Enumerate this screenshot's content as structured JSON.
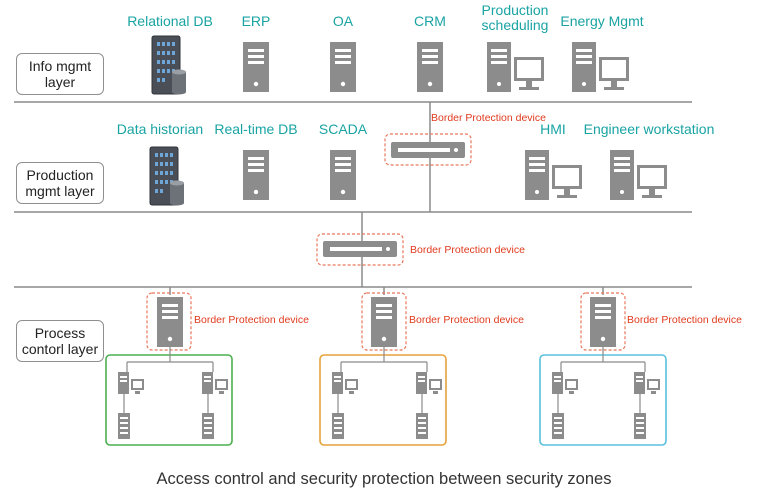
{
  "layers": {
    "info": "Info mgmt\nlayer",
    "production": "Production\nmgmt layer",
    "process": "Process\ncontorl layer"
  },
  "info_systems": [
    {
      "label": "Relational DB",
      "icon": "database-server-icon"
    },
    {
      "label": "ERP",
      "icon": "server-tower-icon"
    },
    {
      "label": "OA",
      "icon": "server-tower-icon"
    },
    {
      "label": "CRM",
      "icon": "server-tower-icon"
    },
    {
      "label": "Production\nscheduling",
      "icon": "workstation-icon"
    },
    {
      "label": "Energy Mgmt",
      "icon": "workstation-icon"
    }
  ],
  "production_systems": [
    {
      "label": "Data historian",
      "icon": "database-server-icon"
    },
    {
      "label": "Real-time DB",
      "icon": "server-tower-icon"
    },
    {
      "label": "SCADA",
      "icon": "server-tower-icon"
    },
    {
      "label": "HMI",
      "icon": "workstation-icon"
    },
    {
      "label": "Engineer workstation",
      "icon": "workstation-icon"
    }
  ],
  "border_device_label": "Border Protection device",
  "zones": [
    {
      "color": "#4caf50"
    },
    {
      "color": "#e6a23c"
    },
    {
      "color": "#5bc0de"
    }
  ],
  "colors": {
    "teal_text": "#1aa3a3",
    "red_text": "#e03a1e",
    "red_dash": "#e8775a",
    "line": "#8a8a8a",
    "device_gray": "#8c8c8c"
  },
  "caption": "Access control and security protection between security zones"
}
